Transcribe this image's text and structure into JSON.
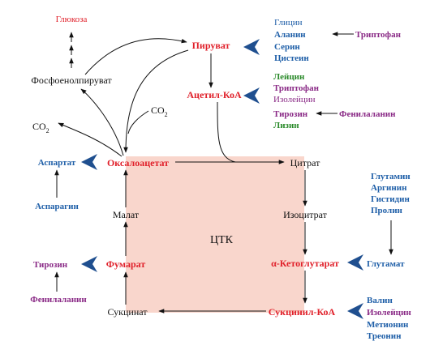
{
  "center": {
    "label": "ЦТК"
  },
  "cycle": {
    "pyruvate": "Пируват",
    "acetyl_coa": "Ацетил-КоА",
    "oxaloacetate": "Оксалоацетат",
    "citrate": "Цитрат",
    "isocitrate": "Изоцитрат",
    "alpha_ketoglutarate": "α-Кетоглутарат",
    "succinyl_coa": "Сукцинил-КоА",
    "succinate": "Сукцинат",
    "fumarate": "Фумарат",
    "malate": "Малат"
  },
  "gluconeogenesis": {
    "glucose": "Глюкоза",
    "pep": "Фосфоенолпируват",
    "co2_left": "CO",
    "co2_left_sub": "2",
    "co2_top": "CO",
    "co2_top_sub": "2"
  },
  "pyruvate_group": {
    "glycine": "Глицин",
    "alanine": "Аланин",
    "serine": "Серин",
    "cysteine": "Цистеин",
    "tryptophan": "Триптофан"
  },
  "acetyl_group": {
    "leucine": "Лейцин",
    "tryptophan": "Триптофан",
    "isoleucine": "Изолейцин",
    "tyrosine": "Тирозин",
    "lysine": "Лизин",
    "phenylalanine": "Фенилаланин"
  },
  "oxaloacetate_group": {
    "aspartate": "Аспартат",
    "asparagine": "Аспарагин"
  },
  "fumarate_group": {
    "tyrosine": "Тирозин",
    "phenylalanine": "Фенилаланин"
  },
  "glutamate_group": {
    "glutamine": "Глутамин",
    "arginine": "Аргинин",
    "histidine": "Гистидин",
    "proline": "Пролин",
    "glutamate": "Глутамат"
  },
  "succinyl_group": {
    "valine": "Валин",
    "isoleucine": "Изолейцин",
    "methionine": "Метионин",
    "threonine": "Треонин"
  },
  "colors": {
    "cycle_box": "#f9d6cc",
    "red": "#e0202a",
    "blue": "#1f5fa8",
    "purple": "#8a2a86",
    "green": "#2a8a2a",
    "chevron": "#1f4f8f"
  }
}
